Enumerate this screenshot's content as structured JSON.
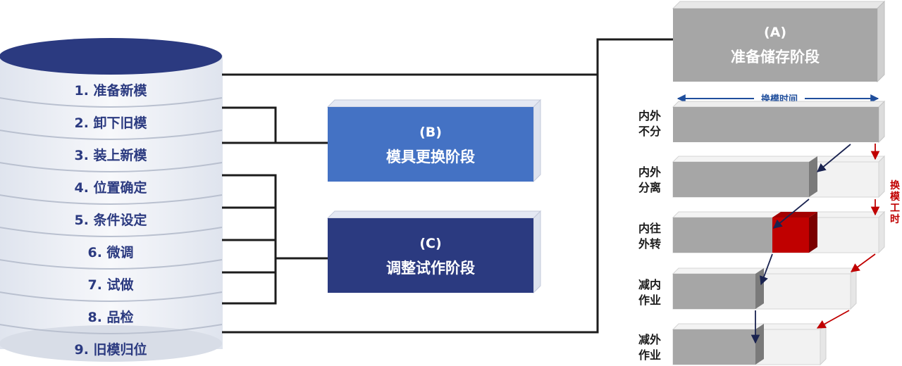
{
  "steps": [
    "1. 准备新模",
    "2. 卸下旧模",
    "3. 装上新模",
    "4. 位置确定",
    "5. 条件设定",
    "6. 微调",
    "7. 试做",
    "8. 品检",
    "9. 旧模归位"
  ],
  "stage_a": {
    "code": "(A)",
    "title": "准备储存阶段"
  },
  "stage_b": {
    "code": "(B)",
    "title": "模具更换阶段"
  },
  "stage_c": {
    "code": "(C)",
    "title": "调整试作阶段"
  },
  "changeover_time_label": "换模时间",
  "changeover_hours_label": "换模工时",
  "rows": [
    {
      "line1": "内外",
      "line2": "不分"
    },
    {
      "line1": "内外",
      "line2": "分离"
    },
    {
      "line1": "内往",
      "line2": "外转"
    },
    {
      "line1": "减内",
      "line2": "作业"
    },
    {
      "line1": "减外",
      "line2": "作业"
    }
  ],
  "colors": {
    "cylinder_top": "#2b3a80",
    "cylinder_body": "#eef1f7",
    "step_text": "#2b3a80",
    "stage_a_fill": "#a6a6a6",
    "stage_b_fill": "#4472c4",
    "stage_c_fill": "#2b3a80",
    "bar_fill": "#a6a6a6",
    "highlight_fill": "#c00000",
    "time_arrow": "#1f4e9c",
    "hours_label": "#c00000"
  }
}
